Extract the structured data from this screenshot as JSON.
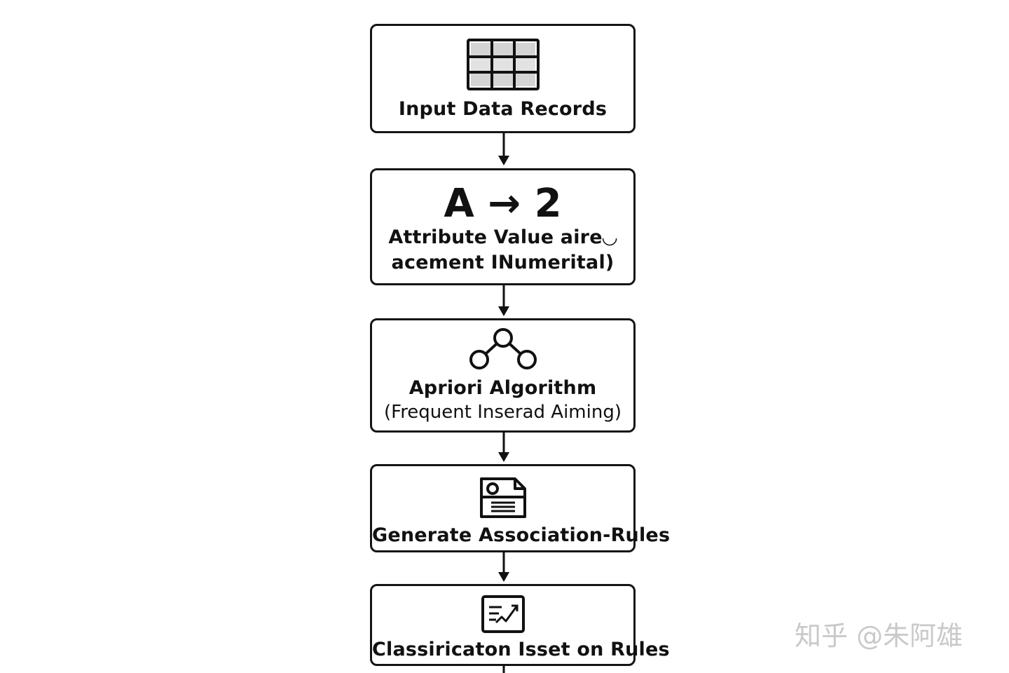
{
  "nodes": [
    {
      "label": "Input Data Records",
      "icon": "table-icon"
    },
    {
      "formula": "A → 2",
      "label_line1": "Attribute Value aire◡",
      "label_line2": "acement INumerital)",
      "icon": "transform-formula"
    },
    {
      "label": "Apriori Algorithm",
      "sub": "(Frequent Inserad Aiming)",
      "icon": "network-nodes-icon"
    },
    {
      "label": "Generate Association-Rules",
      "icon": "document-icon"
    },
    {
      "label": "Classiricaton Isset on Rules",
      "icon": "checklist-chart-icon"
    }
  ],
  "watermark": "知乎 @朱阿雄"
}
